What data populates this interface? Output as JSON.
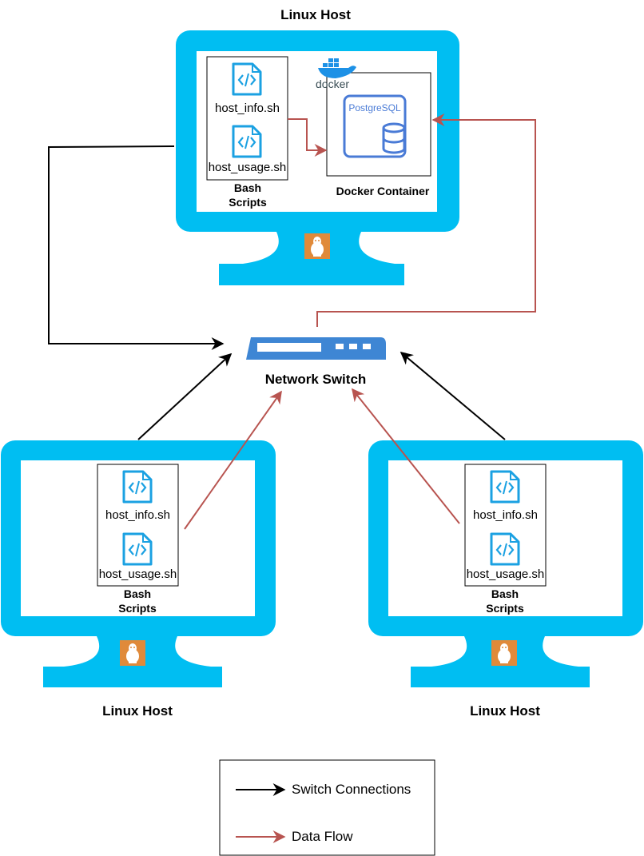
{
  "top_host": {
    "title": "Linux Host",
    "scripts": [
      "host_info.sh",
      "host_usage.sh"
    ],
    "scripts_caption_line1": "Bash",
    "scripts_caption_line2": "Scripts",
    "docker_logo_text": "docker",
    "db_logo_text": "PostgreSQL",
    "container_caption": "Docker Container"
  },
  "switch": {
    "label": "Network Switch"
  },
  "left_host": {
    "title": "Linux Host",
    "scripts": [
      "host_info.sh",
      "host_usage.sh"
    ],
    "scripts_caption_line1": "Bash",
    "scripts_caption_line2": "Scripts"
  },
  "right_host": {
    "title": "Linux Host",
    "scripts": [
      "host_info.sh",
      "host_usage.sh"
    ],
    "scripts_caption_line1": "Bash",
    "scripts_caption_line2": "Scripts"
  },
  "legend": {
    "switch_connections": "Switch Connections",
    "data_flow": "Data Flow"
  },
  "colors": {
    "monitor": "#00bef2",
    "switch_connection": "#000000",
    "data_flow": "#b85450",
    "script_icon": "#1ba1e2",
    "postgres": "#4a7bd6",
    "docker": "#1d91e6",
    "linux_badge": "#e08a3a"
  }
}
